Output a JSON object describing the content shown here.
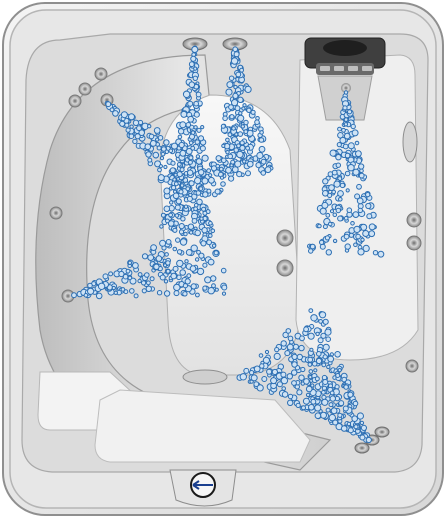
{
  "illustration": {
    "subject": "hot-tub-jet-diagram",
    "colors": {
      "shell_fill": "#e9e9e9",
      "shell_shadow": "#cfcfcf",
      "shell_stroke": "#9b9b9b",
      "seat_fill": "#f6f6f6",
      "water_bubble": "#2d6fb3",
      "water_bubble_light": "#cfe3f5",
      "jet_metal": "#b9b9b9",
      "control_panel": "#555555"
    },
    "jet_sprays": [
      {
        "name": "spray-top-left",
        "bubbles": 220
      },
      {
        "name": "spray-top-right",
        "bubbles": 220
      },
      {
        "name": "spray-left-upper",
        "bubbles": 200
      },
      {
        "name": "spray-left-lower",
        "bubbles": 200
      },
      {
        "name": "spray-right-panel",
        "bubbles": 200
      },
      {
        "name": "spray-bottom-right",
        "bubbles": 320
      }
    ]
  }
}
